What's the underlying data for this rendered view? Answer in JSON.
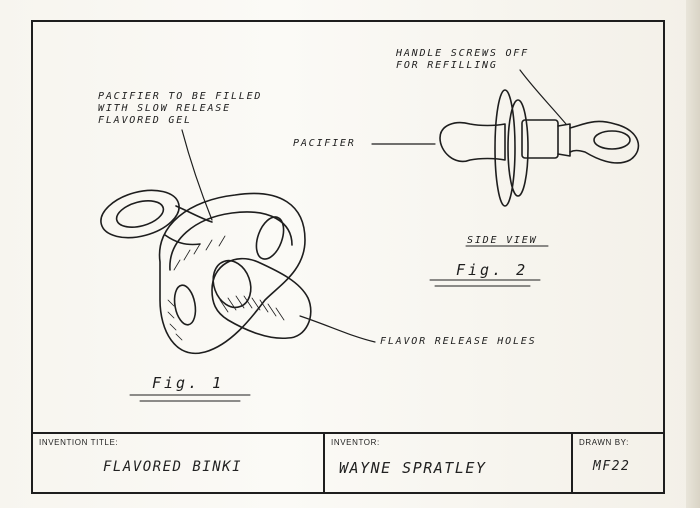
{
  "notes": {
    "pacifier_filled": [
      "PACIFIER TO BE FILLED",
      "WITH SLOW RELEASE",
      "FLAVORED GEL"
    ],
    "handle_screws": [
      "HANDLE SCREWS OFF",
      "FOR REFILLING"
    ],
    "pacifier": "PACIFIER",
    "flavor_holes": "FLAVOR RELEASE HOLES",
    "side_view": "SIDE VIEW",
    "fig1": "Fig. 1",
    "fig2": "Fig. 2"
  },
  "title_block": {
    "invention_title_label": "INVENTION TITLE:",
    "invention_title": "FLAVORED BINKI",
    "inventor_label": "INVENTOR:",
    "inventor": "WAYNE SPRATLEY",
    "drawn_by_label": "DRAWN BY:",
    "drawn_by": "MF22"
  },
  "colors": {
    "ink": "#1e1e1e",
    "paper": "#f7f5ef"
  }
}
